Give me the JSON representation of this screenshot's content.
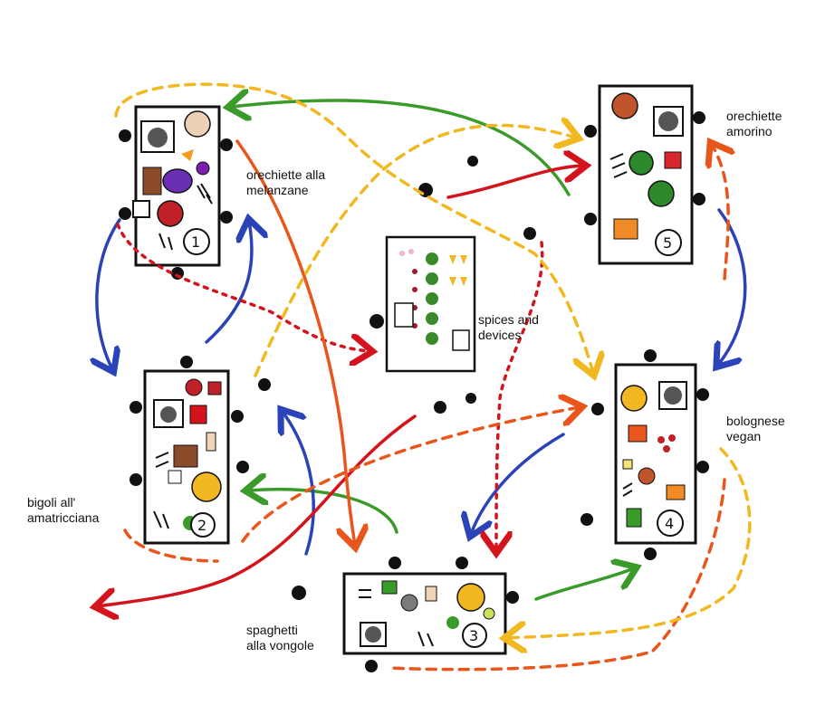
{
  "labels": {
    "table1": "orechiette alla\nmelanzane",
    "table2": "bigoli all'\namatricciana",
    "table3": "spaghetti\nalla vongole",
    "table4": "bolognese\nvegan",
    "table5": "orechiette\namorino",
    "center": "spices and\ndevices"
  },
  "table_numbers": {
    "t1": "1",
    "t2": "2",
    "t3": "3",
    "t4": "4",
    "t5": "5"
  },
  "colors": {
    "red": "#d4141c",
    "orange": "#e8561c",
    "yellow": "#f2b822",
    "green": "#3a9a2a",
    "blue": "#2a43b8",
    "ink": "#111111"
  }
}
